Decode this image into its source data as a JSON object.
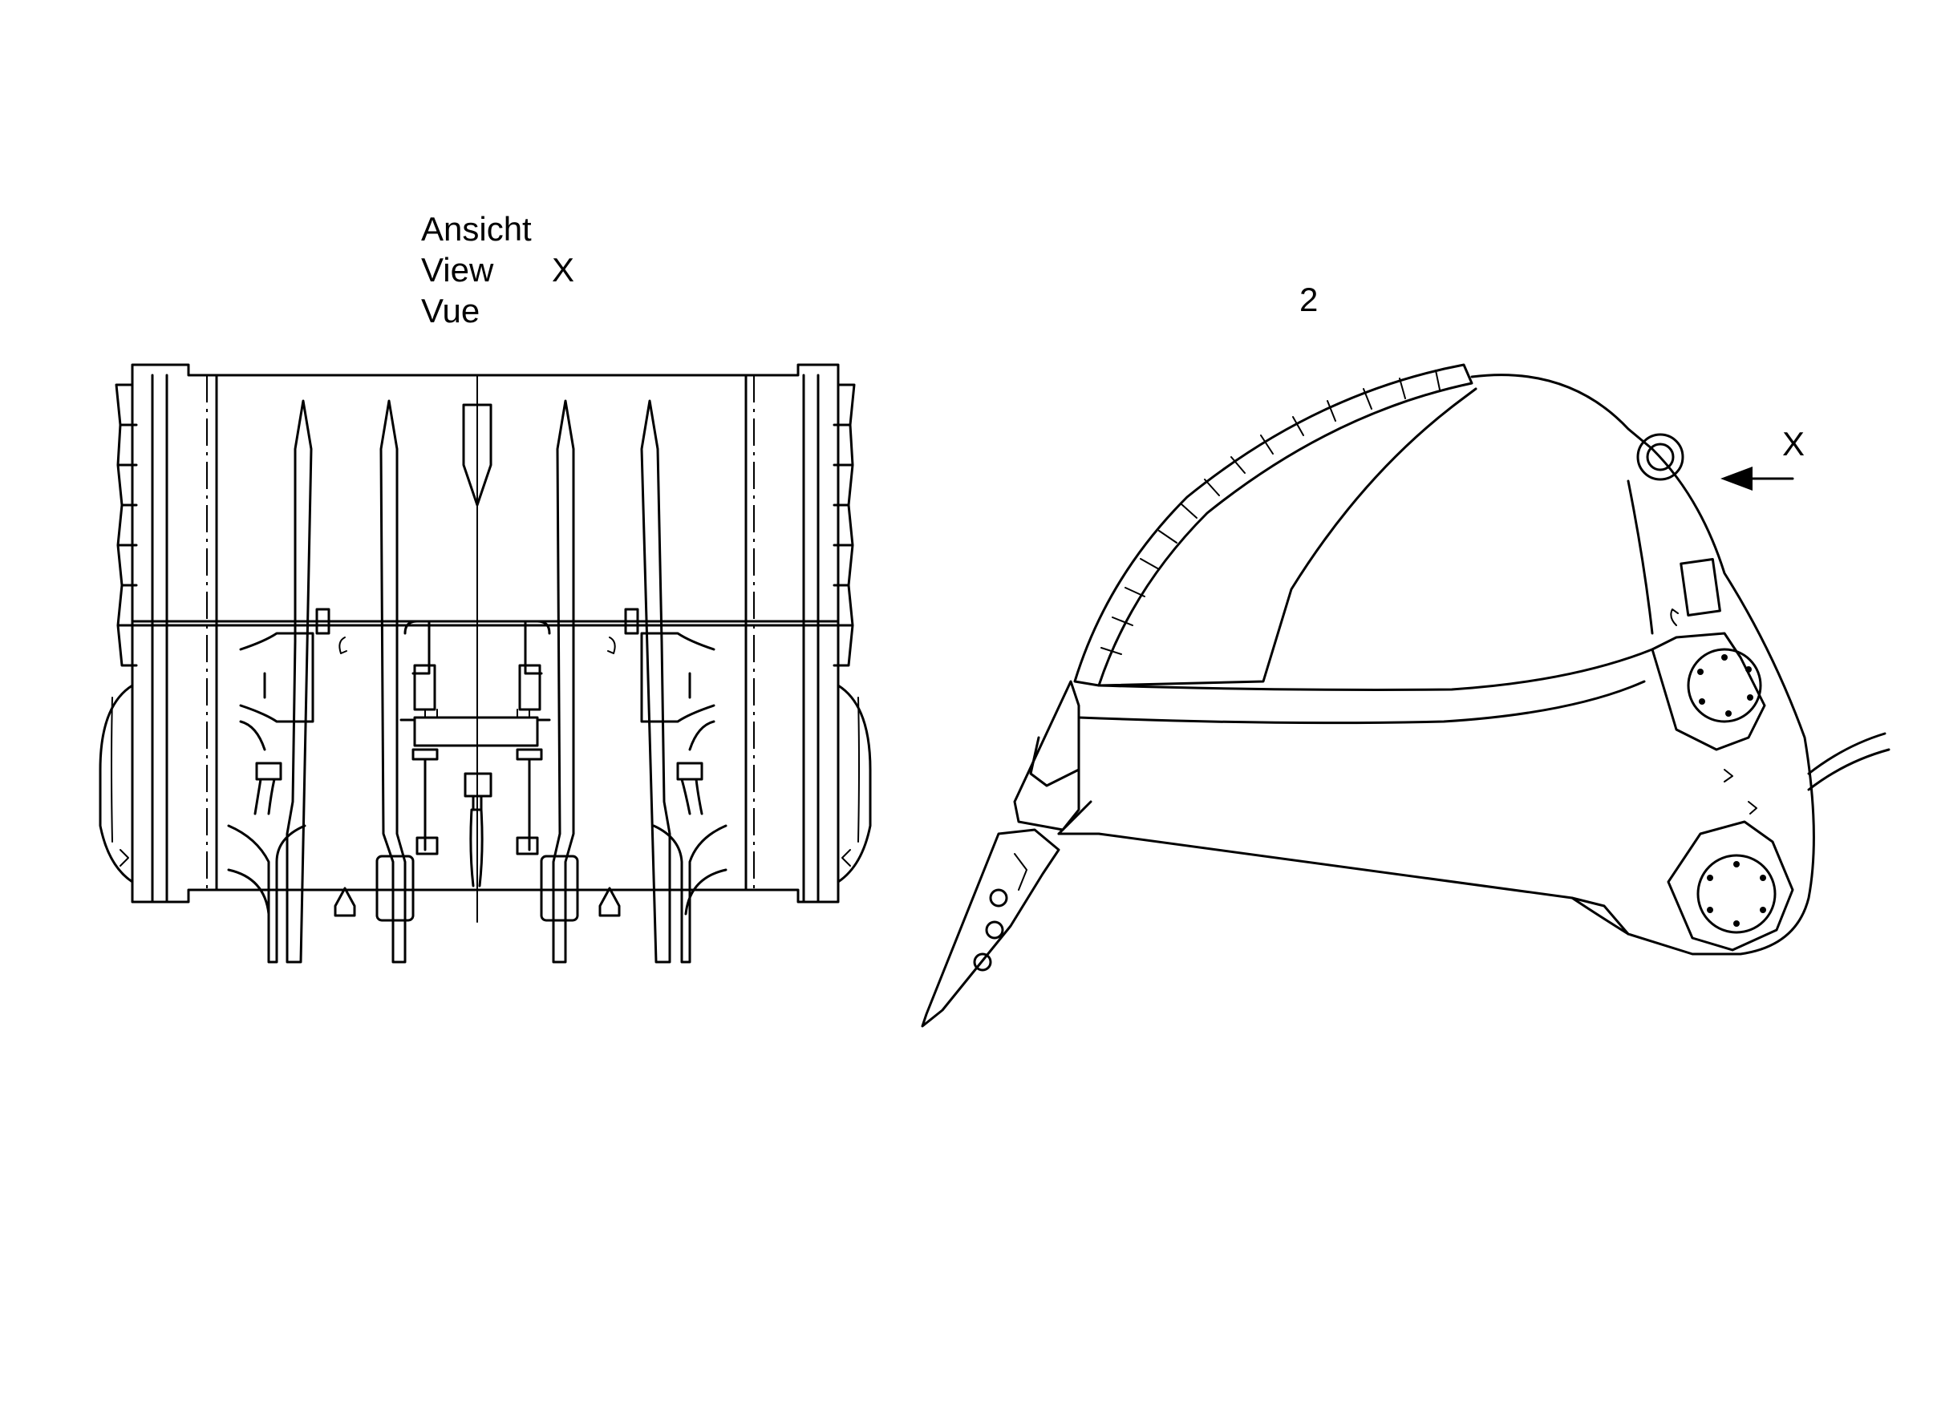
{
  "labels": {
    "view_de": "Ansicht",
    "view_en": "View",
    "view_fr": "Vue",
    "view_letter": "X",
    "part_number": "2",
    "arrow_letter": "X"
  }
}
